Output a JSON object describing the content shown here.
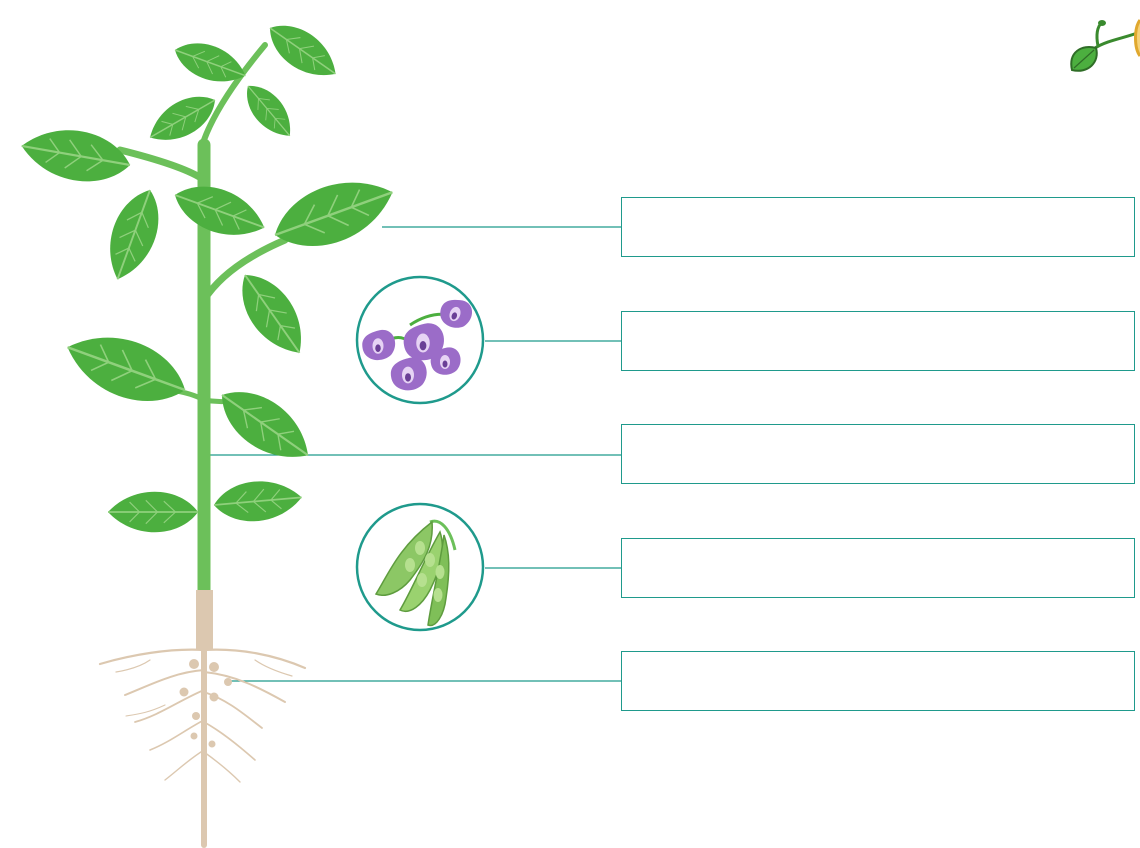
{
  "colors": {
    "leaf": "#4caf3f",
    "leaf_dark": "#3a9a34",
    "leaf_vein": "#8fd07c",
    "stem": "#6cc05a",
    "root": "#dcc8b0",
    "accent": "#1f9a8c",
    "flower": "#9b6cc8",
    "pod": "#8cc765"
  },
  "labels": [
    {
      "part": "leaf",
      "text": ""
    },
    {
      "part": "flower",
      "text": ""
    },
    {
      "part": "stem",
      "text": ""
    },
    {
      "part": "pod",
      "text": ""
    },
    {
      "part": "root",
      "text": ""
    }
  ]
}
